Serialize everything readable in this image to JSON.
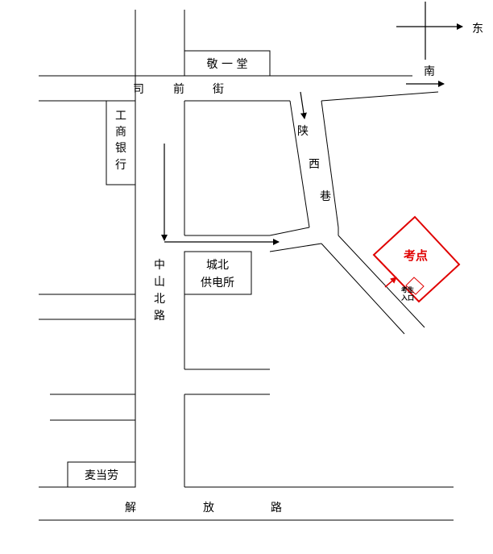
{
  "compass": {
    "east": "东",
    "south": "南"
  },
  "buildings": {
    "jingyitang": "敬 一 堂",
    "gongshang_bank": [
      "工",
      "商",
      "银",
      "行"
    ],
    "chengbei_power": [
      "城北",
      "供电所"
    ],
    "mcdonalds": "麦当劳"
  },
  "roads": {
    "siqian_street": [
      "司",
      "前",
      "街"
    ],
    "shanxi_lane": [
      "陕",
      "西",
      "巷"
    ],
    "zhongshan_north": [
      "中",
      "山",
      "北",
      "路"
    ],
    "jiefang_road": [
      "解",
      "放",
      "路"
    ]
  },
  "exam_site": {
    "label": "考点",
    "entrance": [
      "考生",
      "入口"
    ]
  },
  "colors": {
    "line": "#000000",
    "accent": "#e00000"
  }
}
